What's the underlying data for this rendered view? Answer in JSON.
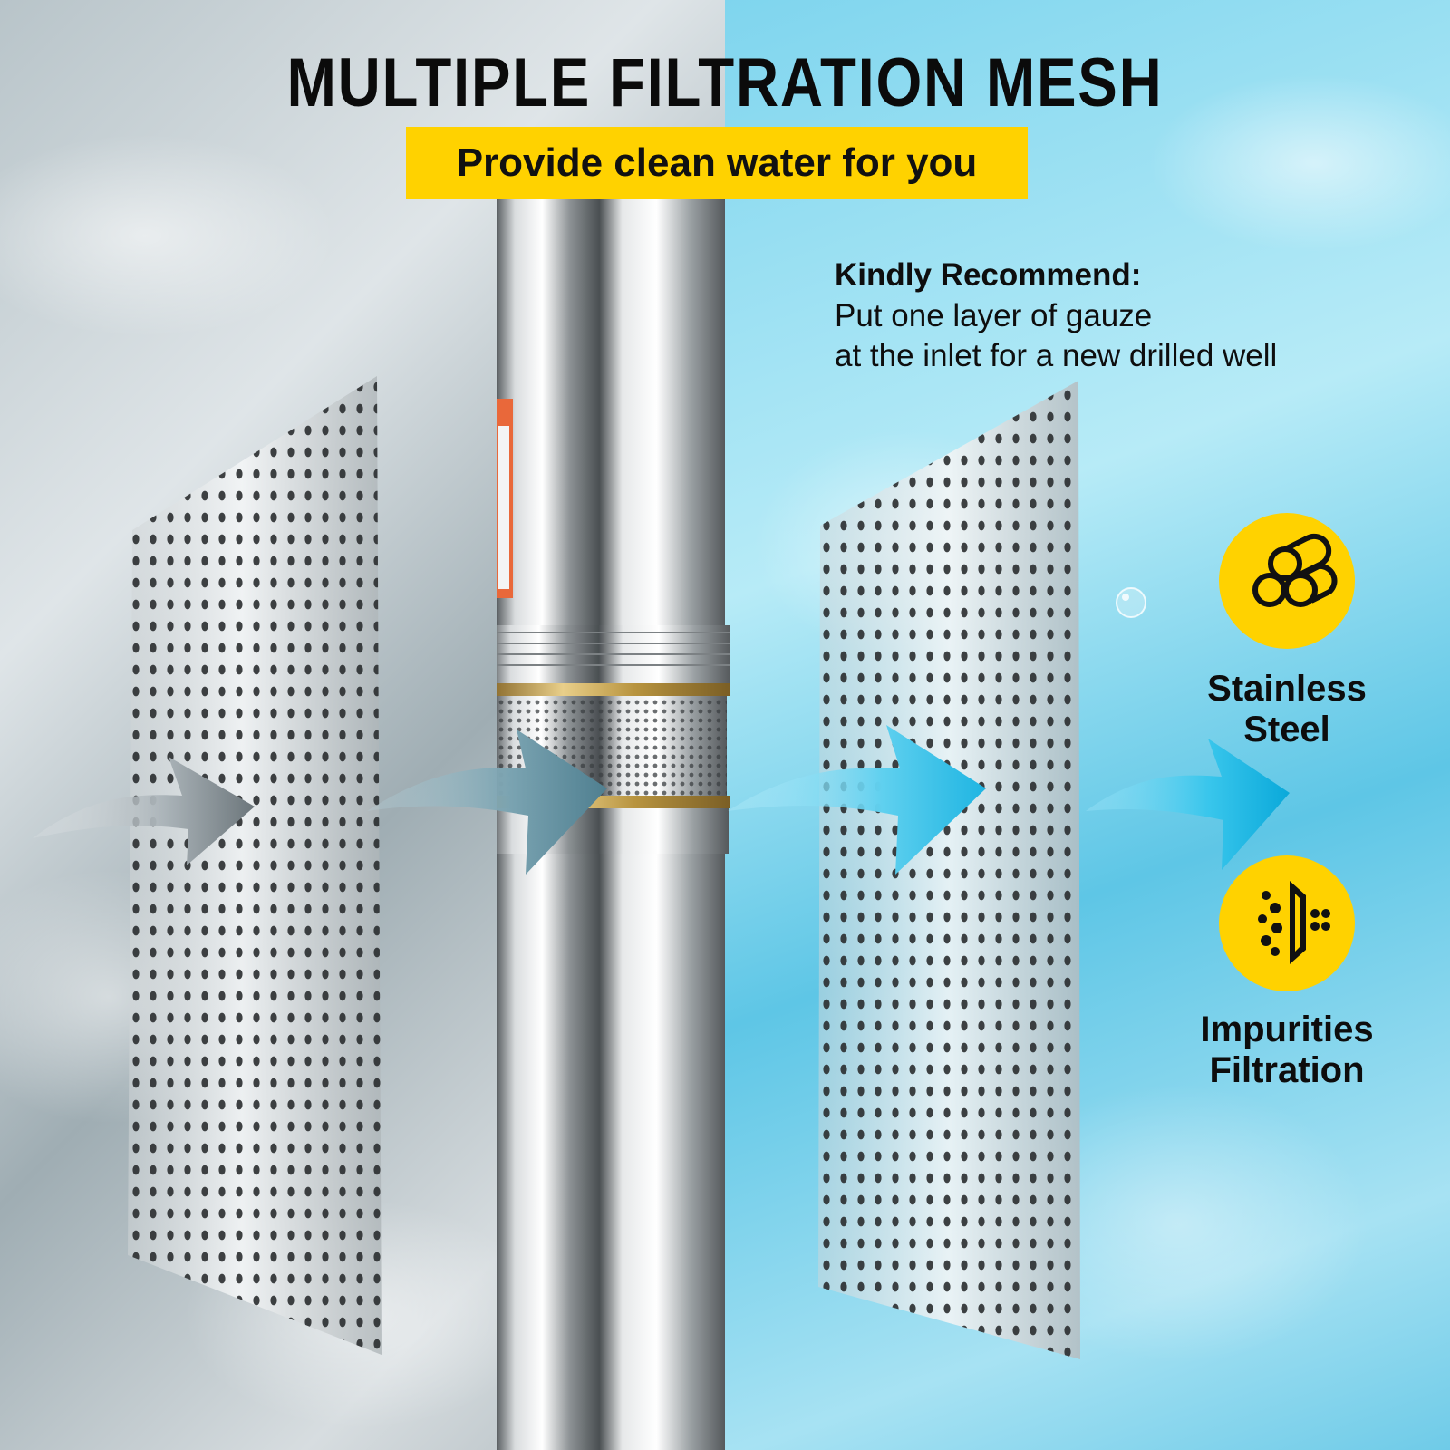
{
  "header": {
    "title": "MULTIPLE FILTRATION MESH",
    "subtitle": "Provide clean water for you"
  },
  "recommendation": {
    "heading": "Kindly Recommend:",
    "line1": "Put one layer of gauze",
    "line2": "at the inlet for a new drilled well"
  },
  "features": [
    {
      "icon": "pipes-icon",
      "line1": "Stainless",
      "line2": "Steel"
    },
    {
      "icon": "filtration-icon",
      "line1": "Impurities",
      "line2": "Filtration"
    }
  ],
  "colors": {
    "accent": "#ffd200",
    "text": "#0d0d0d",
    "water_dirty": "#9aa6ab",
    "water_clean": "#3ec3ea"
  }
}
